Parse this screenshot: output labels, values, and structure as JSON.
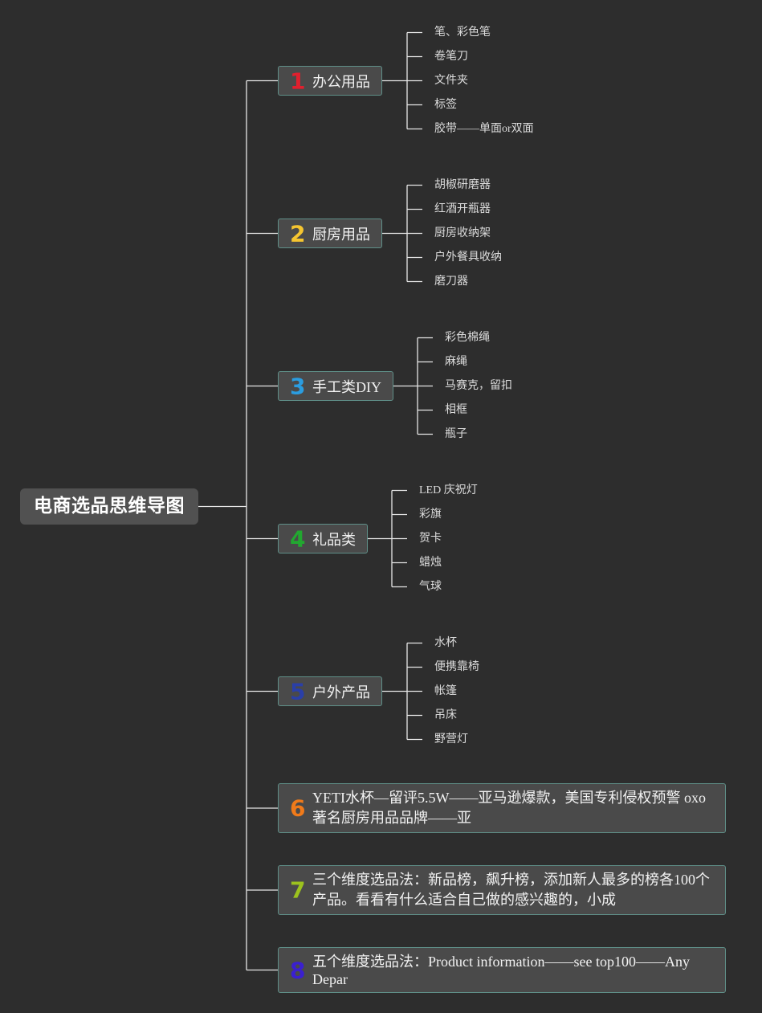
{
  "root": {
    "label": "电商选品思维导图"
  },
  "branches": [
    {
      "num": "1",
      "color": "#e0202e",
      "label": "办公用品",
      "items": [
        "笔、彩色笔",
        "卷笔刀",
        "文件夹",
        "标签",
        "胶带——单面or双面"
      ]
    },
    {
      "num": "2",
      "color": "#f5c530",
      "label": "厨房用品",
      "items": [
        "胡椒研磨器",
        "红酒开瓶器",
        "厨房收纳架",
        "户外餐具收纳",
        "磨刀器"
      ]
    },
    {
      "num": "3",
      "color": "#2b9de0",
      "label": "手工类DIY",
      "items": [
        "彩色棉绳",
        "麻绳",
        "马赛克，留扣",
        "相框",
        "瓶子"
      ]
    },
    {
      "num": "4",
      "color": "#22a830",
      "label": "礼品类",
      "items": [
        "LED 庆祝灯",
        "彩旗",
        "贺卡",
        "蜡烛",
        "气球"
      ]
    },
    {
      "num": "5",
      "color": "#2a3fa8",
      "label": "户外产品",
      "items": [
        "水杯",
        "便携靠椅",
        "帐篷",
        "吊床",
        "野营灯"
      ]
    },
    {
      "num": "6",
      "color": "#f07a1a",
      "label": "YETI水杯—留评5.5W——亚马逊爆款，美国专利侵权预警 oxo著名厨房用品品牌——亚",
      "items": []
    },
    {
      "num": "7",
      "color": "#9cc21e",
      "label": "三个维度选品法：新品榜，飙升榜，添加新人最多的榜各100个产品。看看有什么适合自己做的感兴趣的，小成",
      "items": []
    },
    {
      "num": "8",
      "color": "#3a1fd0",
      "label": "五个维度选品法：Product information——see top100——Any Depar",
      "items": []
    }
  ]
}
